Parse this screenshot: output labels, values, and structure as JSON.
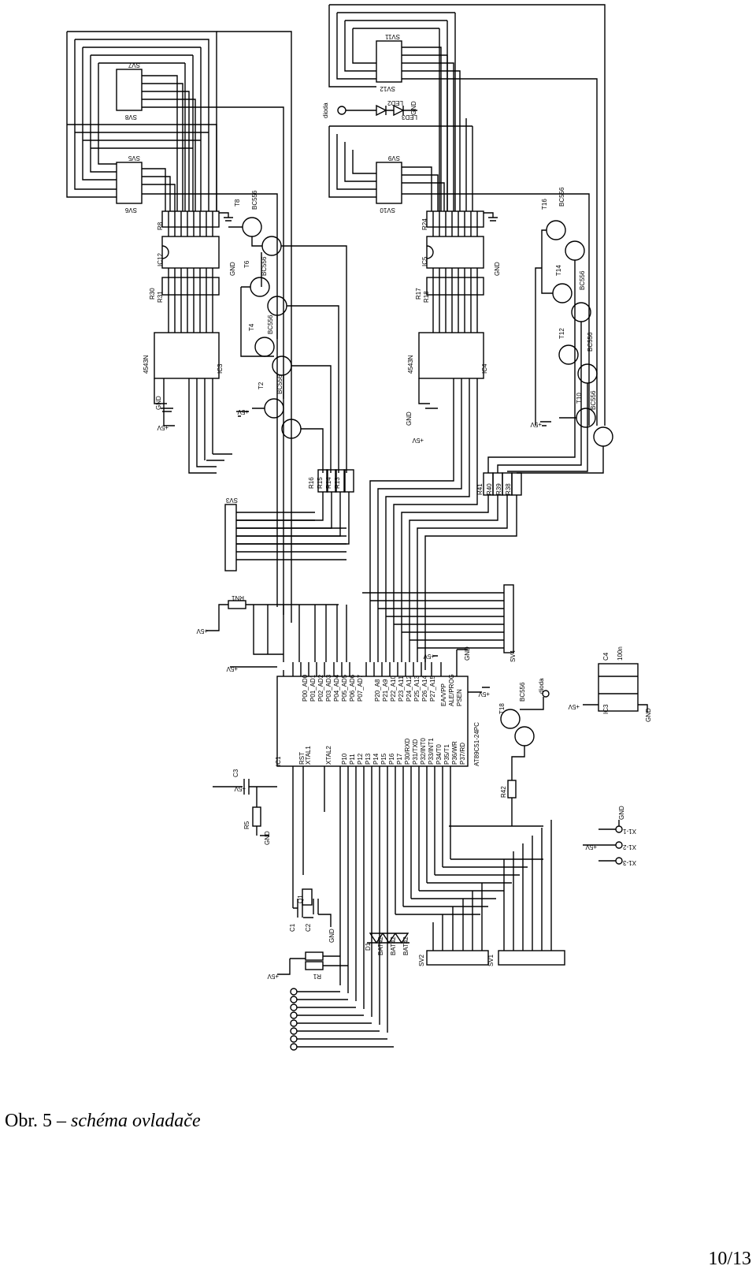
{
  "figure": {
    "caption_prefix": "Obr. 5 – ",
    "caption_text": "schéma ovladače"
  },
  "page": {
    "number": "10/13"
  },
  "labels": {
    "sv7": "SV7",
    "sv8": "SV8",
    "sv5": "SV5",
    "sv6": "SV6",
    "sv11": "SV11",
    "sv12": "SV12",
    "sv9": "SV9",
    "sv10": "SV10",
    "sv3": "SV3",
    "sv4": "SV4",
    "sv2": "SV2",
    "sv1": "SV1",
    "ic12": "IC12",
    "ic5": "IC5",
    "ic3": "IC3",
    "ic4": "IC4",
    "ic1": "IC1",
    "ic3b": "IC3",
    "d4543_a": "4543N",
    "d4543_b": "4543N",
    "mcu": "AT89C51-24PC",
    "gnd": "GND",
    "vcc": "+5V",
    "r8": "R8",
    "r24": "R24",
    "r30": "R30",
    "r31": "R31",
    "r17": "R17",
    "r18": "R18",
    "r16": "R16",
    "r15": "R15",
    "r14": "R14",
    "r13": "R13",
    "r41": "R41",
    "r40": "R40",
    "r39": "R39",
    "r38": "R38",
    "r42": "R42",
    "r5": "R5",
    "r1": "R1",
    "rn1": "RN1",
    "t8": "T8",
    "t6": "T6",
    "t4": "T4",
    "t2": "T2",
    "t16": "T16",
    "t14": "T14",
    "t12": "T12",
    "t10": "T10",
    "t18": "T18",
    "bc556": "BC556",
    "bc556b": "BC556",
    "bc556c": "BC556",
    "bc556d": "BC556",
    "bc556e": "BC556",
    "bc556f": "BC556",
    "bc556g": "BC556",
    "bc556h": "BC556",
    "bc556i": "BC556",
    "dioda": "dioda",
    "dioda2": "dioda",
    "led2": "LED2",
    "led3": "LED3",
    "q1": "Q1",
    "c1": "C1",
    "c2": "C2",
    "c3": "C3",
    "c4": "C4",
    "c4v": "100n",
    "d1": "D1",
    "d2": "BAT42",
    "d3": "BAT42",
    "d4": "BAT42",
    "x1": "X1-1",
    "x2": "X1-2",
    "x3": "X1-3",
    "rst": "RST",
    "xtal1": "XTAL1",
    "xtal2": "XTAL2",
    "ea": "EA/VPP",
    "ale": "ALE/PROG",
    "psen": "PSEN",
    "p0": "P00_AD0",
    "p1": "P01_AD1",
    "p2": "P02_AD2",
    "p3": "P03_AD3",
    "p4": "P04_AD4",
    "p5": "P05_AD5",
    "p6": "P06_AD6",
    "p7": "P07_AD7",
    "q0": "P20_A8",
    "q1p": "P21_A9",
    "q2": "P22_A10",
    "q3": "P23_A11",
    "q4": "P24_A12",
    "q5": "P25_A13",
    "q6": "P26_A14",
    "q7": "P27_A15",
    "b0": "P10",
    "b1": "P11",
    "b2": "P12",
    "b3": "P13",
    "b4": "P14",
    "b5": "P15",
    "b6": "P16",
    "b7": "P17",
    "c0": "P30/RXD",
    "c1p": "P31/TXD",
    "c2p": "P32/INT0",
    "c3p": "P33/INT1",
    "c4p": "P34/T0",
    "c5": "P35/T1",
    "c6": "P36/WR",
    "c7": "P37/RD"
  }
}
